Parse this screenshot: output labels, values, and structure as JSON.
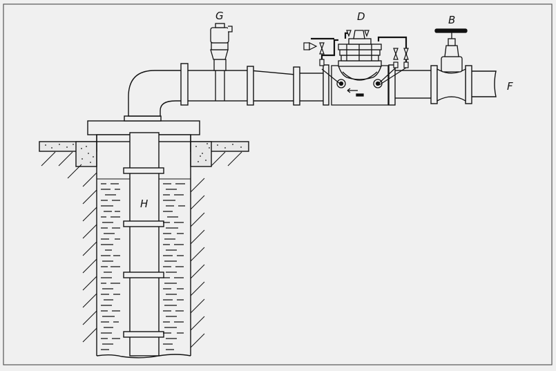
{
  "diagram": {
    "labels": {
      "G": "G",
      "D": "D",
      "B": "B",
      "F": "F",
      "H": "H"
    },
    "colors": {
      "background": "#f0f0f0",
      "line": "#111111"
    }
  }
}
